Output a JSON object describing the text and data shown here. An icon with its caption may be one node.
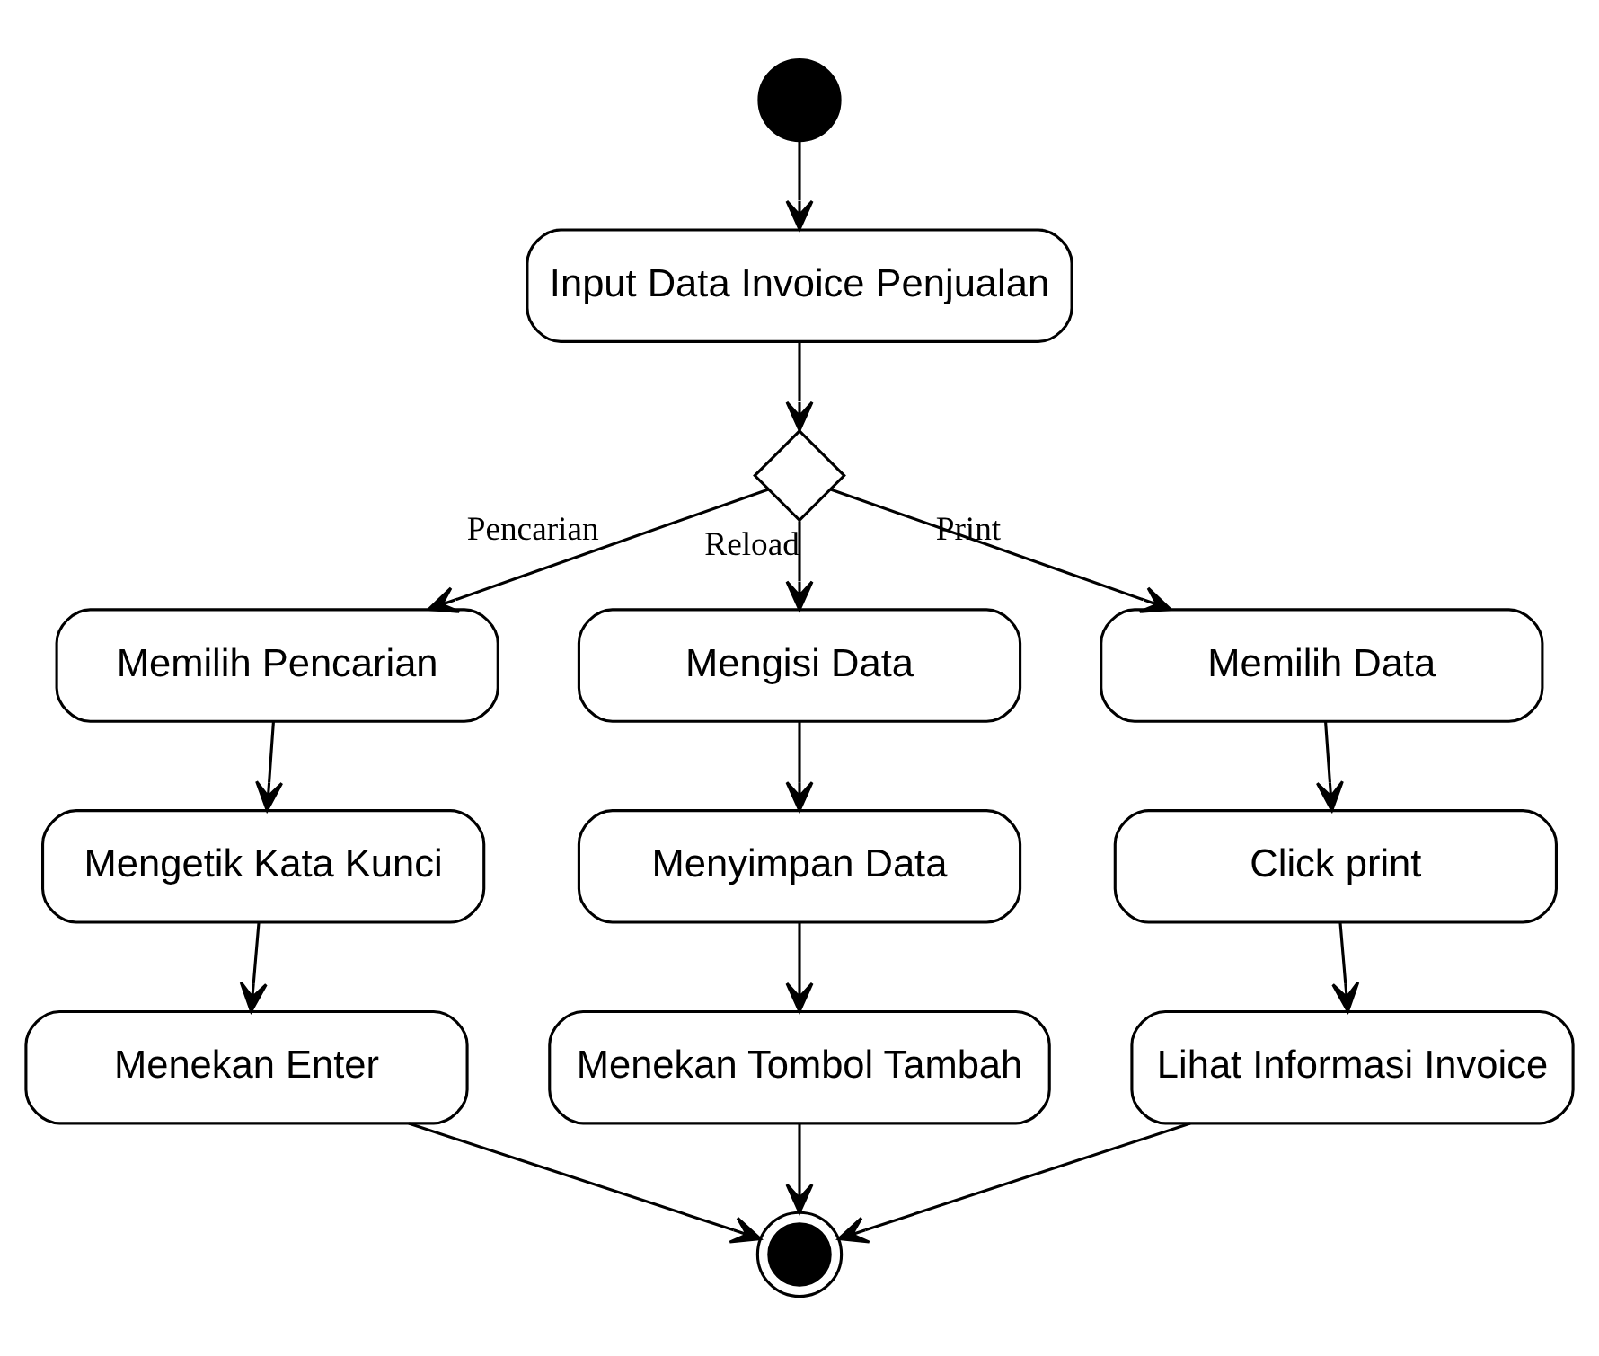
{
  "diagram": {
    "nodes": [
      {
        "text": [],
        "shape": "circle"
      },
      {
        "text": [
          "Input Data Invoice Penjualan"
        ]
      },
      {
        "text": [],
        "shape": "diamond"
      },
      {
        "text": [
          "Memilih Pencarian"
        ]
      },
      {
        "text": [
          "Mengetik Kata Kunci"
        ]
      },
      {
        "text": [
          "Menekan Enter"
        ]
      },
      {
        "text": [
          "Mengisi Data"
        ]
      },
      {
        "text": [
          "Menyimpan Data"
        ]
      },
      {
        "text": [
          "Menekan Tombol Tambah"
        ]
      },
      {
        "text": [
          "Memilih Data"
        ]
      },
      {
        "text": [
          "Click print"
        ]
      },
      {
        "text": [
          "Lihat Informasi Invoice"
        ]
      },
      {
        "text": [],
        "shape": "circle"
      }
    ],
    "edges": [
      {
        "from": 0,
        "to": 1,
        "arrow": "to"
      },
      {
        "from": 1,
        "to": 2,
        "arrow": "to"
      },
      {
        "from": 2,
        "to": 3,
        "arrow": "to",
        "label": "Pencarian"
      },
      {
        "from": 2,
        "to": 6,
        "arrow": "to",
        "label": "Reload"
      },
      {
        "from": 2,
        "to": 9,
        "arrow": "to",
        "label": "Print"
      },
      {
        "from": 3,
        "to": 4,
        "arrow": "to"
      },
      {
        "from": 4,
        "to": 5,
        "arrow": "to"
      },
      {
        "from": 6,
        "to": 7,
        "arrow": "to"
      },
      {
        "from": 7,
        "to": 8,
        "arrow": "to"
      },
      {
        "from": 9,
        "to": 10,
        "arrow": "to"
      },
      {
        "from": 10,
        "to": 11,
        "arrow": "to"
      },
      {
        "from": 5,
        "to": 12,
        "arrow": "to"
      },
      {
        "from": 8,
        "to": 12,
        "arrow": "to"
      },
      {
        "from": 11,
        "to": 12,
        "arrow": "to"
      }
    ]
  }
}
